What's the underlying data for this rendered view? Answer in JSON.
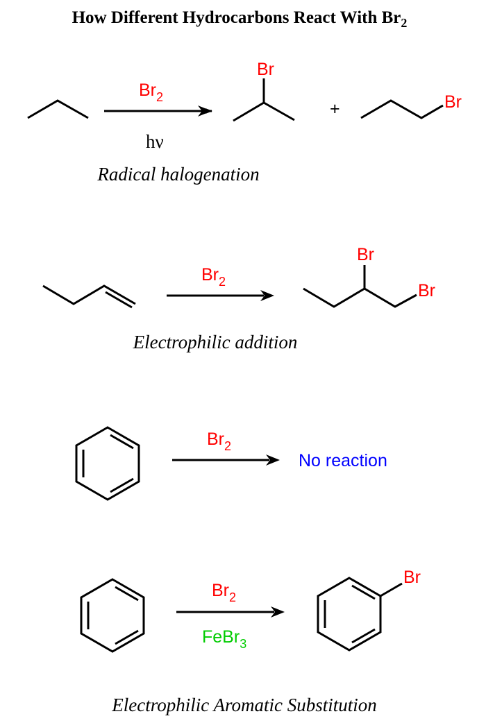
{
  "title": {
    "main": "How Different Hydrocarbons React With Br",
    "sub": "2"
  },
  "colors": {
    "reagent": "#ff0000",
    "catalyst": "#00cc00",
    "no_reaction": "#0000ff",
    "bond": "#000000"
  },
  "reactions": [
    {
      "reagent": {
        "main": "Br",
        "sub": "2"
      },
      "condition": "hν",
      "products": [
        {
          "atom": "Br"
        },
        {
          "atom": "Br"
        }
      ],
      "plus": "+",
      "caption": "Radical halogenation"
    },
    {
      "reagent": {
        "main": "Br",
        "sub": "2"
      },
      "products": [
        {
          "atom": "Br"
        },
        {
          "atom": "Br"
        }
      ],
      "caption": "Electrophilic addition"
    },
    {
      "reagent": {
        "main": "Br",
        "sub": "2"
      },
      "result": "No reaction"
    },
    {
      "reagent": {
        "main": "Br",
        "sub": "2"
      },
      "catalyst": {
        "main": "FeBr",
        "sub": "3"
      },
      "products": [
        {
          "atom": "Br"
        }
      ],
      "caption": "Electrophilic Aromatic Substitution"
    }
  ]
}
